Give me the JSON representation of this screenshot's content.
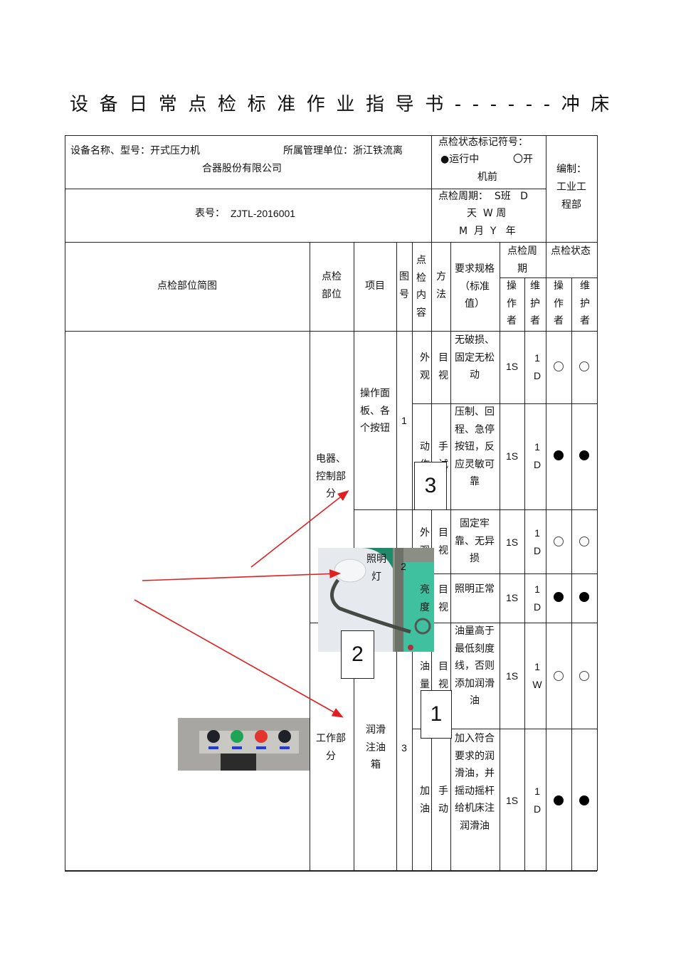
{
  "title": "设备日常点检标准作业指导书------冲床",
  "header": {
    "equipment_label": "设备名称、型号：开式压力机",
    "unit_label": "所属管理单位：浙江铁流离",
    "unit_label_cont": "合器股份有限公司",
    "form_number_label": "表号：",
    "form_number": "ZJTL-2016001",
    "status_marks": {
      "title": "点检状态标记符号：",
      "running": "●运行中",
      "before_start": "〇开",
      "before_start_cont": "机前"
    },
    "cycle_legend": {
      "line1": "点检周期：  S班   D",
      "line2": "天  W 周",
      "line3": "M  月  Y   年"
    },
    "compiled_by_label": "编制：",
    "compiled_by": "工业工程部"
  },
  "columns": {
    "diagram": "点检部位简图",
    "part": "点检部位",
    "item": "项目",
    "figure_no": "图号",
    "content": "点检内容",
    "method": "方法",
    "spec": "要求规格（标准值）",
    "cycle": "点检周期",
    "status": "点检状态",
    "operator": "操作者",
    "maintainer": "维护者"
  },
  "sections": [
    {
      "part": "电器、控制部分",
      "items": [
        {
          "item": "操作面板、各个按钮",
          "figure_no": "1",
          "rows": [
            {
              "content": "外观",
              "method": "目视",
              "spec": "无破损、固定无松动",
              "cycle_operator": "1S",
              "cycle_maintainer": "1D",
              "status_operator": "open",
              "status_maintainer": "open"
            },
            {
              "content": "动作",
              "method": "手试",
              "spec": "压制、回程、急停按钮，反应灵敏可靠",
              "cycle_operator": "1S",
              "cycle_maintainer": "1D",
              "status_operator": "filled",
              "status_maintainer": "filled"
            }
          ]
        },
        {
          "item": "照明灯",
          "figure_no": "2",
          "rows": [
            {
              "content": "外观",
              "method": "目视",
              "spec": "固定牢靠、无异损",
              "cycle_operator": "1S",
              "cycle_maintainer": "1D",
              "status_operator": "open",
              "status_maintainer": "open"
            },
            {
              "content": "亮度",
              "method": "目视",
              "spec": "照明正常",
              "cycle_operator": "1S",
              "cycle_maintainer": "1D",
              "status_operator": "filled",
              "status_maintainer": "filled"
            }
          ]
        }
      ]
    },
    {
      "part": "工作部分",
      "items": [
        {
          "item": "润滑注油箱",
          "figure_no": "3",
          "rows": [
            {
              "content": "油量",
              "method": "目视",
              "spec": "油量高于最低刻度线，否则添加润滑油",
              "cycle_operator": "1S",
              "cycle_maintainer": "1W",
              "status_operator": "open",
              "status_maintainer": "open"
            },
            {
              "content": "加油",
              "method": "手动",
              "spec": "加入符合要求的润滑油，并摇动摇杆给机床注润滑油",
              "cycle_operator": "1S",
              "cycle_maintainer": "1D",
              "status_operator": "filled",
              "status_maintainer": "filled"
            }
          ]
        }
      ]
    }
  ],
  "callouts": [
    {
      "label": "3"
    },
    {
      "label": "2"
    },
    {
      "label": "1"
    }
  ],
  "photo_labels": {
    "lamp_caption": "照明灯",
    "lamp_num": "2"
  },
  "colors": {
    "arrow": "#e02020",
    "line": "#222222",
    "machine_green": "#1f8a6a",
    "button_green": "#1aa24a",
    "button_red": "#e0302a"
  }
}
